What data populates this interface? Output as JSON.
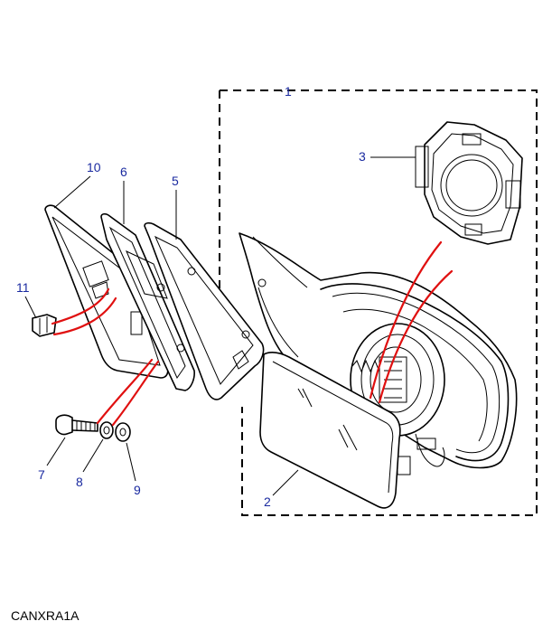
{
  "diagram_code": "CANXRA1A",
  "callouts": {
    "c1": "1",
    "c2": "2",
    "c3": "3",
    "c5": "5",
    "c6": "6",
    "c7": "7",
    "c8": "8",
    "c9": "9",
    "c10": "10",
    "c11": "11"
  },
  "colors": {
    "callout_text": "#1a2aa0",
    "guide_lines": "#e01010",
    "outline": "#000000"
  }
}
